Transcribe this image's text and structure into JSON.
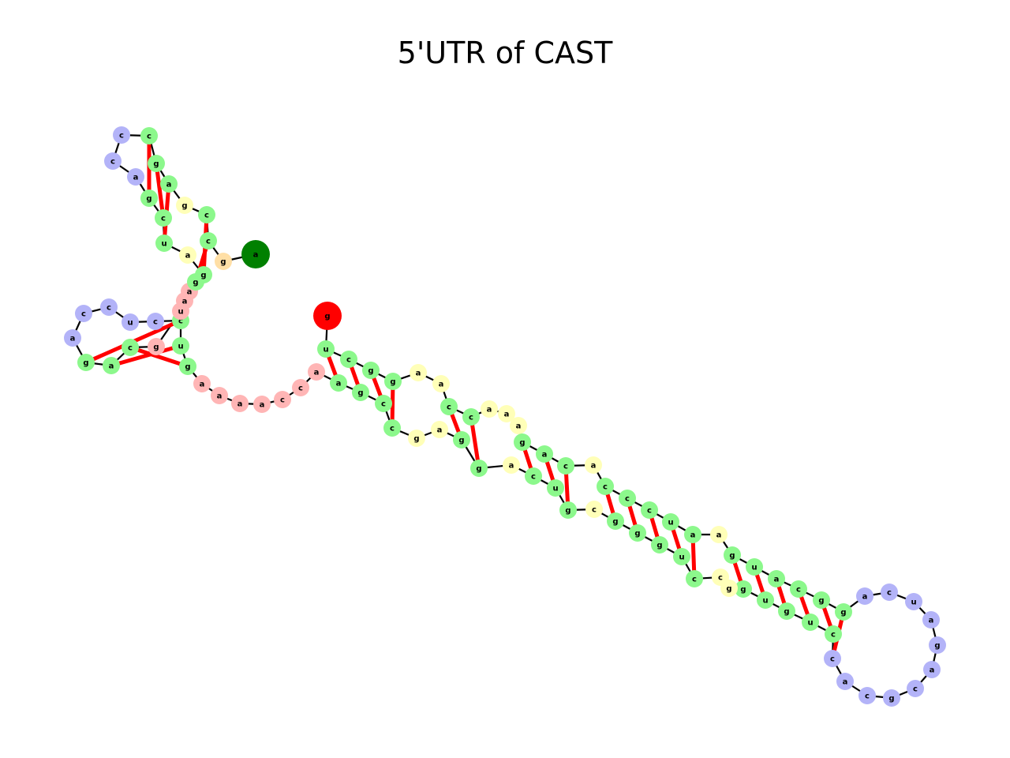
{
  "title": "5'UTR of CAST",
  "colors": {
    "stem": "#8cf88c",
    "hairpin_loop": "#b3b3f8",
    "interior_loop": "#ffffb8",
    "multi_loop": "#ffb5b5",
    "unpaired_end": "#ffdfa6",
    "five_prime": "#ff0000",
    "three_prime": "#008000",
    "base_pair": "#ff0000",
    "backbone": "#000000"
  },
  "nucleotides": [
    {
      "base": "g",
      "type": "five_prime"
    },
    {
      "base": "u",
      "type": "stem"
    },
    {
      "base": "c",
      "type": "stem"
    },
    {
      "base": "g",
      "type": "stem"
    },
    {
      "base": "g",
      "type": "stem"
    },
    {
      "base": "a",
      "type": "interior_loop"
    },
    {
      "base": "a",
      "type": "interior_loop"
    },
    {
      "base": "c",
      "type": "stem"
    },
    {
      "base": "c",
      "type": "stem"
    },
    {
      "base": "a",
      "type": "interior_loop"
    },
    {
      "base": "a",
      "type": "interior_loop"
    },
    {
      "base": "a",
      "type": "interior_loop"
    },
    {
      "base": "g",
      "type": "stem"
    },
    {
      "base": "a",
      "type": "stem"
    },
    {
      "base": "c",
      "type": "stem"
    },
    {
      "base": "a",
      "type": "interior_loop"
    },
    {
      "base": "c",
      "type": "stem"
    },
    {
      "base": "c",
      "type": "stem"
    },
    {
      "base": "c",
      "type": "stem"
    },
    {
      "base": "u",
      "type": "stem"
    },
    {
      "base": "a",
      "type": "stem"
    },
    {
      "base": "a",
      "type": "interior_loop"
    },
    {
      "base": "g",
      "type": "stem"
    },
    {
      "base": "u",
      "type": "stem"
    },
    {
      "base": "a",
      "type": "stem"
    },
    {
      "base": "c",
      "type": "stem"
    },
    {
      "base": "g",
      "type": "stem"
    },
    {
      "base": "g",
      "type": "stem"
    },
    {
      "base": "a",
      "type": "hairpin_loop"
    },
    {
      "base": "c",
      "type": "hairpin_loop"
    },
    {
      "base": "u",
      "type": "hairpin_loop"
    },
    {
      "base": "a",
      "type": "hairpin_loop"
    },
    {
      "base": "g",
      "type": "hairpin_loop"
    },
    {
      "base": "a",
      "type": "hairpin_loop"
    },
    {
      "base": "c",
      "type": "hairpin_loop"
    },
    {
      "base": "g",
      "type": "hairpin_loop"
    },
    {
      "base": "c",
      "type": "hairpin_loop"
    },
    {
      "base": "a",
      "type": "hairpin_loop"
    },
    {
      "base": "c",
      "type": "hairpin_loop"
    },
    {
      "base": "c",
      "type": "stem"
    },
    {
      "base": "u",
      "type": "stem"
    },
    {
      "base": "g",
      "type": "stem"
    },
    {
      "base": "u",
      "type": "stem"
    },
    {
      "base": "g",
      "type": "stem"
    },
    {
      "base": "g",
      "type": "interior_loop"
    },
    {
      "base": "c",
      "type": "interior_loop"
    },
    {
      "base": "c",
      "type": "stem"
    },
    {
      "base": "u",
      "type": "stem"
    },
    {
      "base": "g",
      "type": "stem"
    },
    {
      "base": "g",
      "type": "stem"
    },
    {
      "base": "g",
      "type": "stem"
    },
    {
      "base": "c",
      "type": "interior_loop"
    },
    {
      "base": "g",
      "type": "stem"
    },
    {
      "base": "u",
      "type": "stem"
    },
    {
      "base": "c",
      "type": "stem"
    },
    {
      "base": "a",
      "type": "interior_loop"
    },
    {
      "base": "g",
      "type": "stem"
    },
    {
      "base": "g",
      "type": "stem"
    },
    {
      "base": "a",
      "type": "interior_loop"
    },
    {
      "base": "g",
      "type": "interior_loop"
    },
    {
      "base": "c",
      "type": "stem"
    },
    {
      "base": "c",
      "type": "stem"
    },
    {
      "base": "g",
      "type": "stem"
    },
    {
      "base": "a",
      "type": "stem"
    },
    {
      "base": "a",
      "type": "multi_loop"
    },
    {
      "base": "c",
      "type": "multi_loop"
    },
    {
      "base": "c",
      "type": "multi_loop"
    },
    {
      "base": "a",
      "type": "multi_loop"
    },
    {
      "base": "a",
      "type": "multi_loop"
    },
    {
      "base": "a",
      "type": "multi_loop"
    },
    {
      "base": "a",
      "type": "multi_loop"
    },
    {
      "base": "g",
      "type": "stem"
    },
    {
      "base": "u",
      "type": "stem"
    },
    {
      "base": "c",
      "type": "stem"
    },
    {
      "base": "c",
      "type": "hairpin_loop"
    },
    {
      "base": "u",
      "type": "hairpin_loop"
    },
    {
      "base": "c",
      "type": "hairpin_loop"
    },
    {
      "base": "c",
      "type": "hairpin_loop"
    },
    {
      "base": "a",
      "type": "hairpin_loop"
    },
    {
      "base": "g",
      "type": "stem"
    },
    {
      "base": "a",
      "type": "stem"
    },
    {
      "base": "c",
      "type": "stem"
    },
    {
      "base": "g",
      "type": "multi_loop"
    },
    {
      "base": "u",
      "type": "multi_loop"
    },
    {
      "base": "a",
      "type": "multi_loop"
    },
    {
      "base": "a",
      "type": "multi_loop"
    },
    {
      "base": "g",
      "type": "stem"
    },
    {
      "base": "g",
      "type": "stem"
    },
    {
      "base": "a",
      "type": "interior_loop"
    },
    {
      "base": "u",
      "type": "stem"
    },
    {
      "base": "c",
      "type": "stem"
    },
    {
      "base": "g",
      "type": "stem"
    },
    {
      "base": "a",
      "type": "hairpin_loop"
    },
    {
      "base": "c",
      "type": "hairpin_loop"
    },
    {
      "base": "c",
      "type": "hairpin_loop"
    },
    {
      "base": "c",
      "type": "stem"
    },
    {
      "base": "g",
      "type": "stem"
    },
    {
      "base": "a",
      "type": "stem"
    },
    {
      "base": "g",
      "type": "interior_loop"
    },
    {
      "base": "c",
      "type": "stem"
    },
    {
      "base": "c",
      "type": "stem"
    },
    {
      "base": "g",
      "type": "unpaired_end"
    },
    {
      "base": "a",
      "type": "three_prime"
    }
  ],
  "base_pairs": [
    [
      1,
      63
    ],
    [
      2,
      62
    ],
    [
      3,
      61
    ],
    [
      4,
      60
    ],
    [
      7,
      57
    ],
    [
      8,
      56
    ],
    [
      12,
      54
    ],
    [
      13,
      53
    ],
    [
      14,
      52
    ],
    [
      16,
      50
    ],
    [
      17,
      49
    ],
    [
      18,
      48
    ],
    [
      19,
      47
    ],
    [
      20,
      46
    ],
    [
      22,
      43
    ],
    [
      23,
      42
    ],
    [
      24,
      41
    ],
    [
      25,
      40
    ],
    [
      26,
      39
    ],
    [
      27,
      38
    ],
    [
      71,
      81
    ],
    [
      72,
      80
    ],
    [
      73,
      79
    ],
    [
      86,
      100
    ],
    [
      87,
      99
    ],
    [
      89,
      97
    ],
    [
      90,
      96
    ],
    [
      91,
      95
    ]
  ]
}
